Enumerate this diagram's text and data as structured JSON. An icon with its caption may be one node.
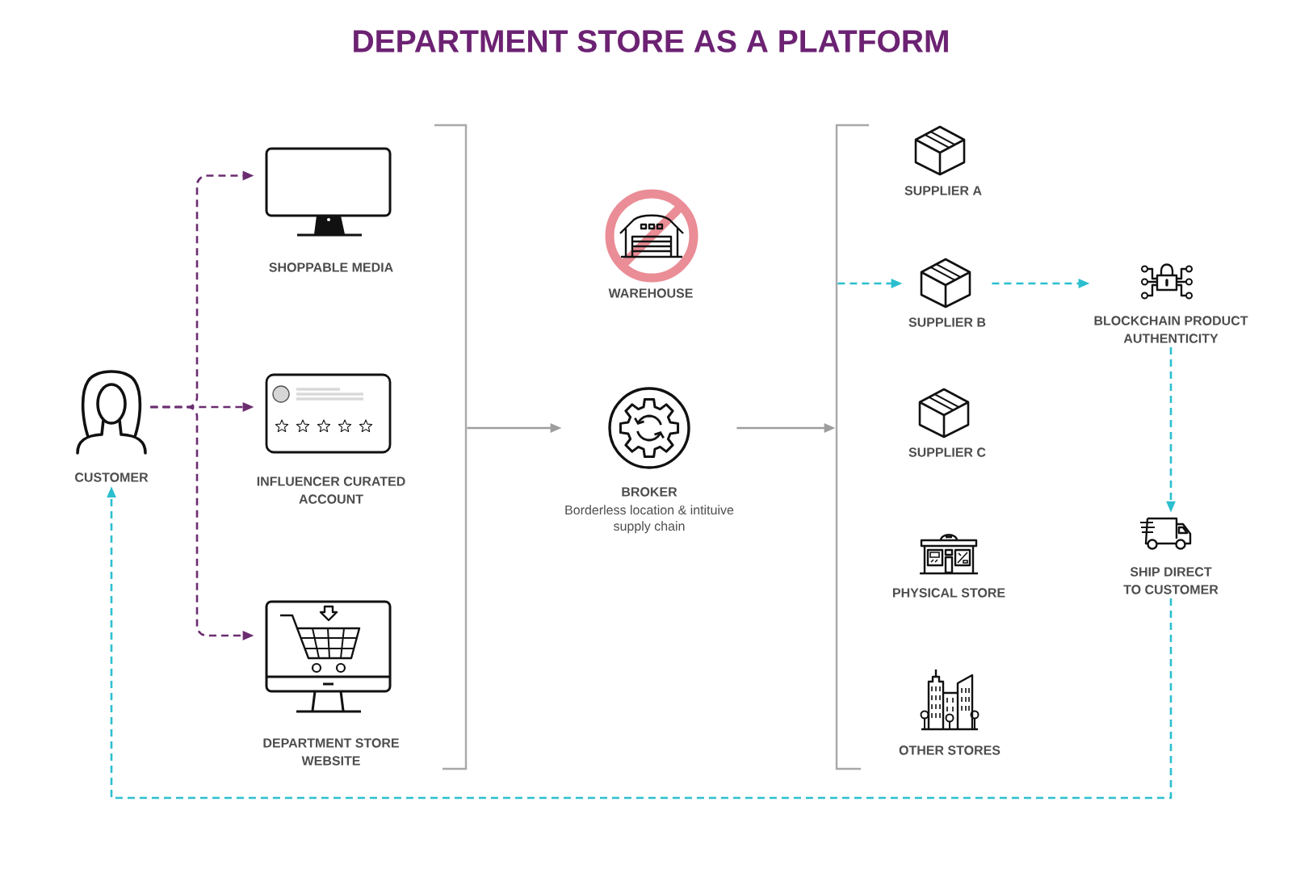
{
  "diagram": {
    "title": "DEPARTMENT STORE AS A PLATFORM",
    "nodes": [
      {
        "text": [
          "CUSTOMER"
        ]
      },
      {
        "text": [
          "SHOPPABLE MEDIA"
        ]
      },
      {
        "text": [
          "INFLUENCER CURATED ACCOUNT"
        ]
      },
      {
        "text": [
          "DEPARTMENT STORE WEBSITE"
        ]
      },
      {
        "text": [],
        "shape": "bracket"
      },
      {
        "text": [
          "WAREHOUSE"
        ]
      },
      {
        "text": [
          "BROKER",
          "Borderless location & intituive supply chain"
        ]
      },
      {
        "text": [],
        "shape": "bracket"
      },
      {
        "text": [
          "SUPPLIER A"
        ]
      },
      {
        "text": [
          "SUPPLIER B"
        ]
      },
      {
        "text": [
          "SUPPLIER C"
        ]
      },
      {
        "text": [
          "PHYSICAL STORE"
        ]
      },
      {
        "text": [
          "OTHER STORES"
        ]
      },
      {
        "text": [
          "BLOCKCHAIN PRODUCT AUTHENTICITY"
        ]
      },
      {
        "text": [
          "SHIP DIRECT TO CUSTOMER"
        ]
      }
    ],
    "edges": [
      {
        "from": 0,
        "to": 1,
        "arrow": "to",
        "style": "dashed",
        "color": "#6b2d70"
      },
      {
        "from": 0,
        "to": 2,
        "arrow": "to",
        "style": "dashed",
        "color": "#6b2d70"
      },
      {
        "from": 0,
        "to": 3,
        "arrow": "to",
        "style": "dashed",
        "color": "#6b2d70"
      },
      {
        "from": 4,
        "to": 6,
        "arrow": "to",
        "color": "#9e9e9e"
      },
      {
        "from": 6,
        "to": 7,
        "arrow": "to",
        "color": "#9e9e9e"
      },
      {
        "from": 7,
        "to": 9,
        "arrow": "to",
        "style": "dashed",
        "color": "#2bbfcf"
      },
      {
        "from": 9,
        "to": 13,
        "arrow": "to",
        "style": "dashed",
        "color": "#2bbfcf"
      },
      {
        "from": 13,
        "to": 14,
        "arrow": "to",
        "style": "dashed",
        "color": "#2bbfcf"
      },
      {
        "from": 14,
        "to": 0,
        "arrow": "to",
        "style": "dashed",
        "color": "#2bbfcf"
      }
    ]
  }
}
